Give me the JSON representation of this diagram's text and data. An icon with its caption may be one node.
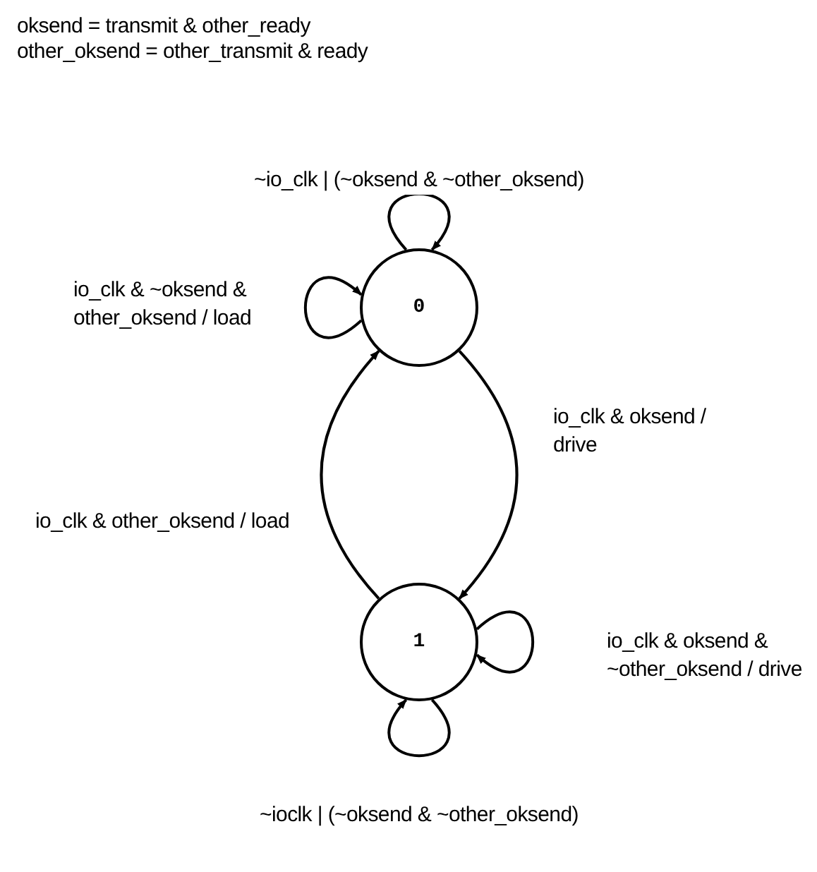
{
  "diagram": {
    "nodes": [
      {
        "text": [
          "0"
        ]
      },
      {
        "text": [
          "1"
        ]
      }
    ],
    "edges": [
      {
        "from": 0,
        "to": 0,
        "arrow": "to",
        "label": "~io_clk | (~oksend & ~other_oksend)"
      },
      {
        "from": 0,
        "to": 0,
        "arrow": "to",
        "label": "io_clk & ~oksend & other_oksend / load"
      },
      {
        "from": 0,
        "to": 1,
        "arrow": "to",
        "label": "io_clk & oksend / drive"
      },
      {
        "from": 1,
        "to": 0,
        "arrow": "to",
        "label": "io_clk & other_oksend / load"
      },
      {
        "from": 1,
        "to": 1,
        "arrow": "to",
        "label": "io_clk & oksend & ~other_oksend / drive"
      },
      {
        "from": 1,
        "to": 1,
        "arrow": "to",
        "label": "~ioclk | (~oksend & ~other_oksend)"
      }
    ],
    "labels": [
      "oksend = transmit & other_ready",
      "other_oksend = other_transmit & ready"
    ]
  }
}
